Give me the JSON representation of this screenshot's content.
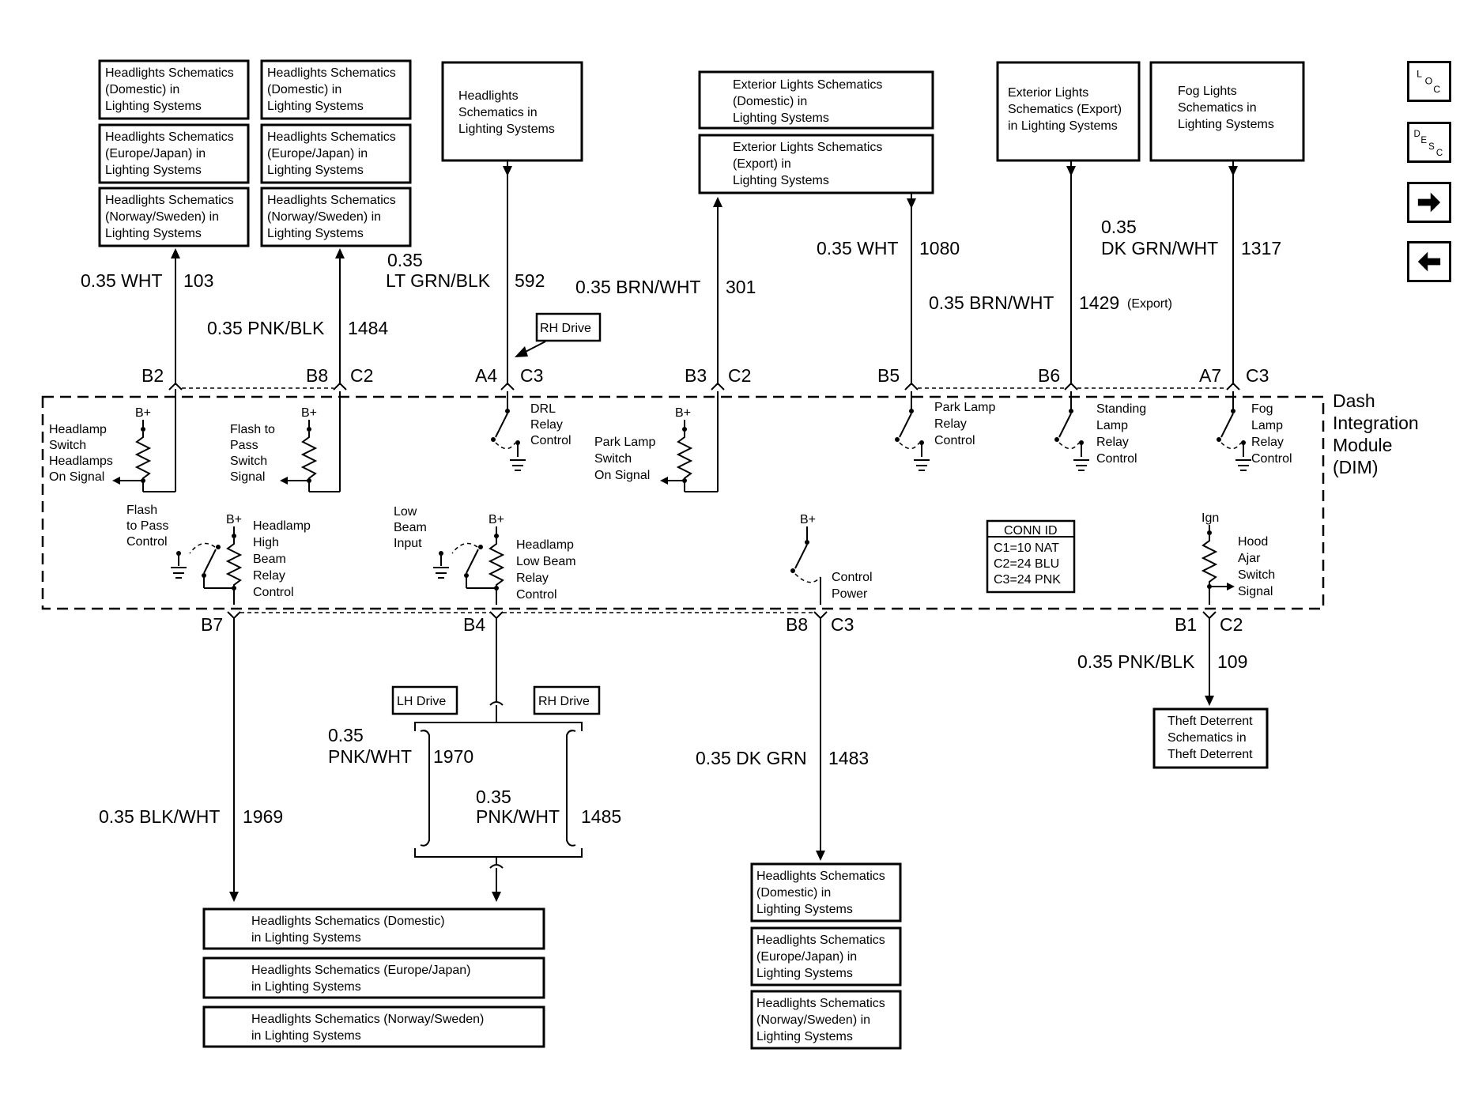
{
  "nav": {
    "loc_label": "LOC",
    "desc_label": "DESC",
    "next_icon": "arrow-right-icon",
    "prev_icon": "arrow-left-icon"
  },
  "boxes": {
    "top_left_col1": [
      [
        "Headlights Schematics",
        "(Domestic) in",
        "Lighting Systems"
      ],
      [
        "Headlights Schematics",
        "(Europe/Japan) in",
        "Lighting Systems"
      ],
      [
        "Headlights Schematics",
        "(Norway/Sweden) in",
        "Lighting Systems"
      ]
    ],
    "top_left_col2": [
      [
        "Headlights Schematics",
        "(Domestic) in",
        "Lighting Systems"
      ],
      [
        "Headlights Schematics",
        "(Europe/Japan) in",
        "Lighting Systems"
      ],
      [
        "Headlights Schematics",
        "(Norway/Sweden) in",
        "Lighting Systems"
      ]
    ],
    "headlights_center": [
      "Headlights",
      "Schematics in",
      "Lighting Systems"
    ],
    "exterior_domestic": [
      "Exterior Lights Schematics",
      "(Domestic) in",
      "Lighting Systems"
    ],
    "exterior_export": [
      "Exterior Lights Schematics",
      "(Export) in",
      "Lighting Systems"
    ],
    "exterior_export_right": [
      "Exterior Lights",
      "Schematics (Export)",
      "in Lighting Systems"
    ],
    "fog": [
      "Fog Lights",
      "Schematics in",
      "Lighting Systems"
    ],
    "bottom_left": [
      [
        "Headlights Schematics (Domestic)",
        "in Lighting Systems"
      ],
      [
        "Headlights Schematics (Europe/Japan)",
        "in Lighting Systems"
      ],
      [
        "Headlights Schematics (Norway/Sweden)",
        "in Lighting Systems"
      ]
    ],
    "bottom_center": [
      [
        "Headlights Schematics",
        "(Domestic) in",
        "Lighting Systems"
      ],
      [
        "Headlights Schematics",
        "(Europe/Japan) in",
        "Lighting Systems"
      ],
      [
        "Headlights Schematics",
        "(Norway/Sweden) in",
        "Lighting Systems"
      ]
    ],
    "theft": [
      "Theft Deterrent",
      "Schematics in",
      "Theft Deterrent"
    ],
    "rh_drive_top": "RH Drive",
    "lh_drive": "LH Drive",
    "rh_drive_bottom": "RH Drive",
    "conn_id": [
      "CONN ID",
      "C1=10 NAT",
      "C2=24 BLU",
      "C3=24 PNK"
    ]
  },
  "wires": {
    "w103": [
      "0.35 WHT",
      "103"
    ],
    "w1484": [
      "0.35 PNK/BLK",
      "1484"
    ],
    "w592": [
      "0.35",
      "LT GRN/BLK",
      "592"
    ],
    "w301": [
      "0.35 BRN/WHT",
      "301"
    ],
    "w1080": [
      "0.35 WHT",
      "1080"
    ],
    "w1429": [
      "0.35 BRN/WHT",
      "1429",
      "(Export)"
    ],
    "w1317": [
      "0.35",
      "DK GRN/WHT",
      "1317"
    ],
    "w109": [
      "0.35 PNK/BLK",
      "109"
    ],
    "w1969": [
      "0.35 BLK/WHT",
      "1969"
    ],
    "w1970": [
      "0.35",
      "PNK/WHT",
      "1970"
    ],
    "w1485": [
      "0.35",
      "PNK/WHT",
      "1485"
    ],
    "w1483": [
      "0.35 DK GRN",
      "1483"
    ]
  },
  "pins": {
    "top": [
      "B2",
      "B8",
      "C2",
      "A4",
      "C3",
      "B3",
      "C2",
      "B5",
      "B6",
      "A7",
      "C3"
    ],
    "bottom": [
      "B7",
      "B4",
      "B8",
      "C3",
      "B1",
      "C2"
    ]
  },
  "module": [
    "Dash",
    "Integration",
    "Module",
    "(DIM)"
  ],
  "components": {
    "headlamp_switch": [
      "Headlamp",
      "Switch",
      "Headlamps",
      "On Signal"
    ],
    "flash_to_pass_switch": [
      "Flash to",
      "Pass",
      "Switch",
      "Signal"
    ],
    "drl_relay": [
      "DRL",
      "Relay",
      "Control"
    ],
    "park_lamp_switch": [
      "Park Lamp",
      "Switch",
      "On Signal"
    ],
    "park_lamp_relay": [
      "Park Lamp",
      "Relay",
      "Control"
    ],
    "standing_lamp_relay": [
      "Standing",
      "Lamp",
      "Relay",
      "Control"
    ],
    "fog_lamp_relay": [
      "Fog",
      "Lamp",
      "Relay",
      "Control"
    ],
    "flash_to_pass_control": [
      "Flash",
      "to Pass",
      "Control"
    ],
    "high_beam_relay": [
      "Headlamp",
      "High",
      "Beam",
      "Relay",
      "Control"
    ],
    "low_beam_input": [
      "Low",
      "Beam",
      "Input"
    ],
    "low_beam_relay": [
      "Headlamp",
      "Low Beam",
      "Relay",
      "Control"
    ],
    "control_power": [
      "Control",
      "Power"
    ],
    "hood_ajar": [
      "Hood",
      "Ajar",
      "Switch",
      "Signal"
    ],
    "b_plus": "B+",
    "ign": "Ign"
  }
}
